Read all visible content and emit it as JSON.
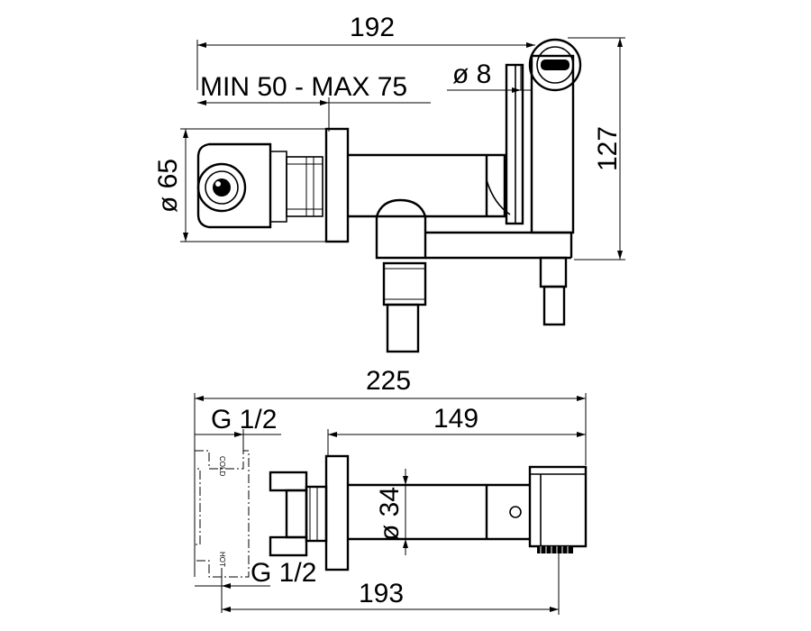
{
  "top_view": {
    "overall_width": "192",
    "wall_range": "MIN  50 - MAX 75",
    "hose_diameter": "ø 8",
    "plate_diameter": "ø 65",
    "height": "127"
  },
  "bottom_view": {
    "overall_length": "225",
    "inlet_thread_top": "G 1/2",
    "body_length": "149",
    "body_diameter": "ø 34",
    "inlet_thread_bottom": "G 1/2",
    "depth": "193",
    "cold_marking": "COLD",
    "hot_marking": "HOT"
  }
}
